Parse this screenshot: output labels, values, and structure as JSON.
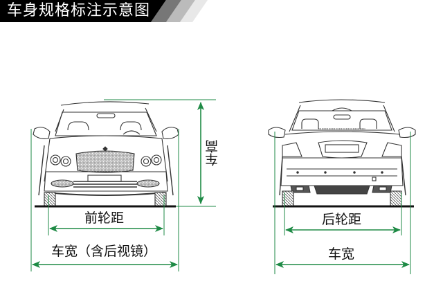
{
  "header": {
    "title": "车身规格标注示意图",
    "background": "#000000",
    "stripe_colors": [
      "#777777",
      "#bbbbbb",
      "#e6e6e6"
    ]
  },
  "colors": {
    "dimension_line": "#1e8a45",
    "outline": "#333333",
    "ground": "#111111"
  },
  "front_view": {
    "name": "front-view",
    "labels": {
      "height": "车高",
      "track": "前轮距",
      "width": "车宽（含后视镜）"
    }
  },
  "rear_view": {
    "name": "rear-view",
    "labels": {
      "track": "后轮距",
      "width": "车宽"
    }
  }
}
